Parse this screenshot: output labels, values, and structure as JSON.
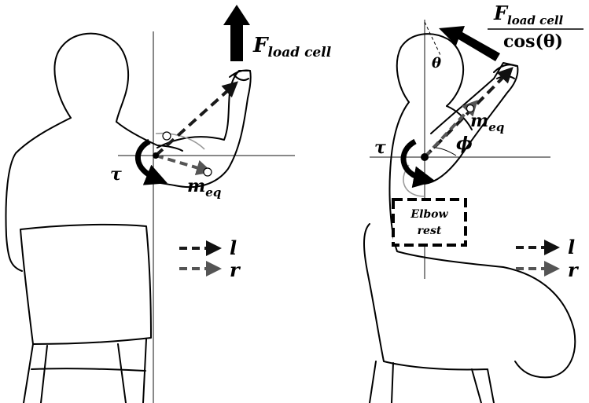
{
  "labels": {
    "force_symbol": "F",
    "force_subscript": "load cell",
    "cos_denominator": "cos(θ)",
    "torque_symbol": "τ",
    "mass_symbol": "m",
    "mass_subscript": "eq",
    "theta_symbol": "θ",
    "phi_symbol": "ϕ",
    "elbow_rest_line1": "Elbow",
    "elbow_rest_line2": "rest",
    "legend_l": "l",
    "legend_r": "r"
  },
  "colors": {
    "ink": "#000000",
    "dashed_l": "#1a1a1a",
    "dashed_r": "#555555",
    "grey_arc": "#9a9a9a"
  }
}
